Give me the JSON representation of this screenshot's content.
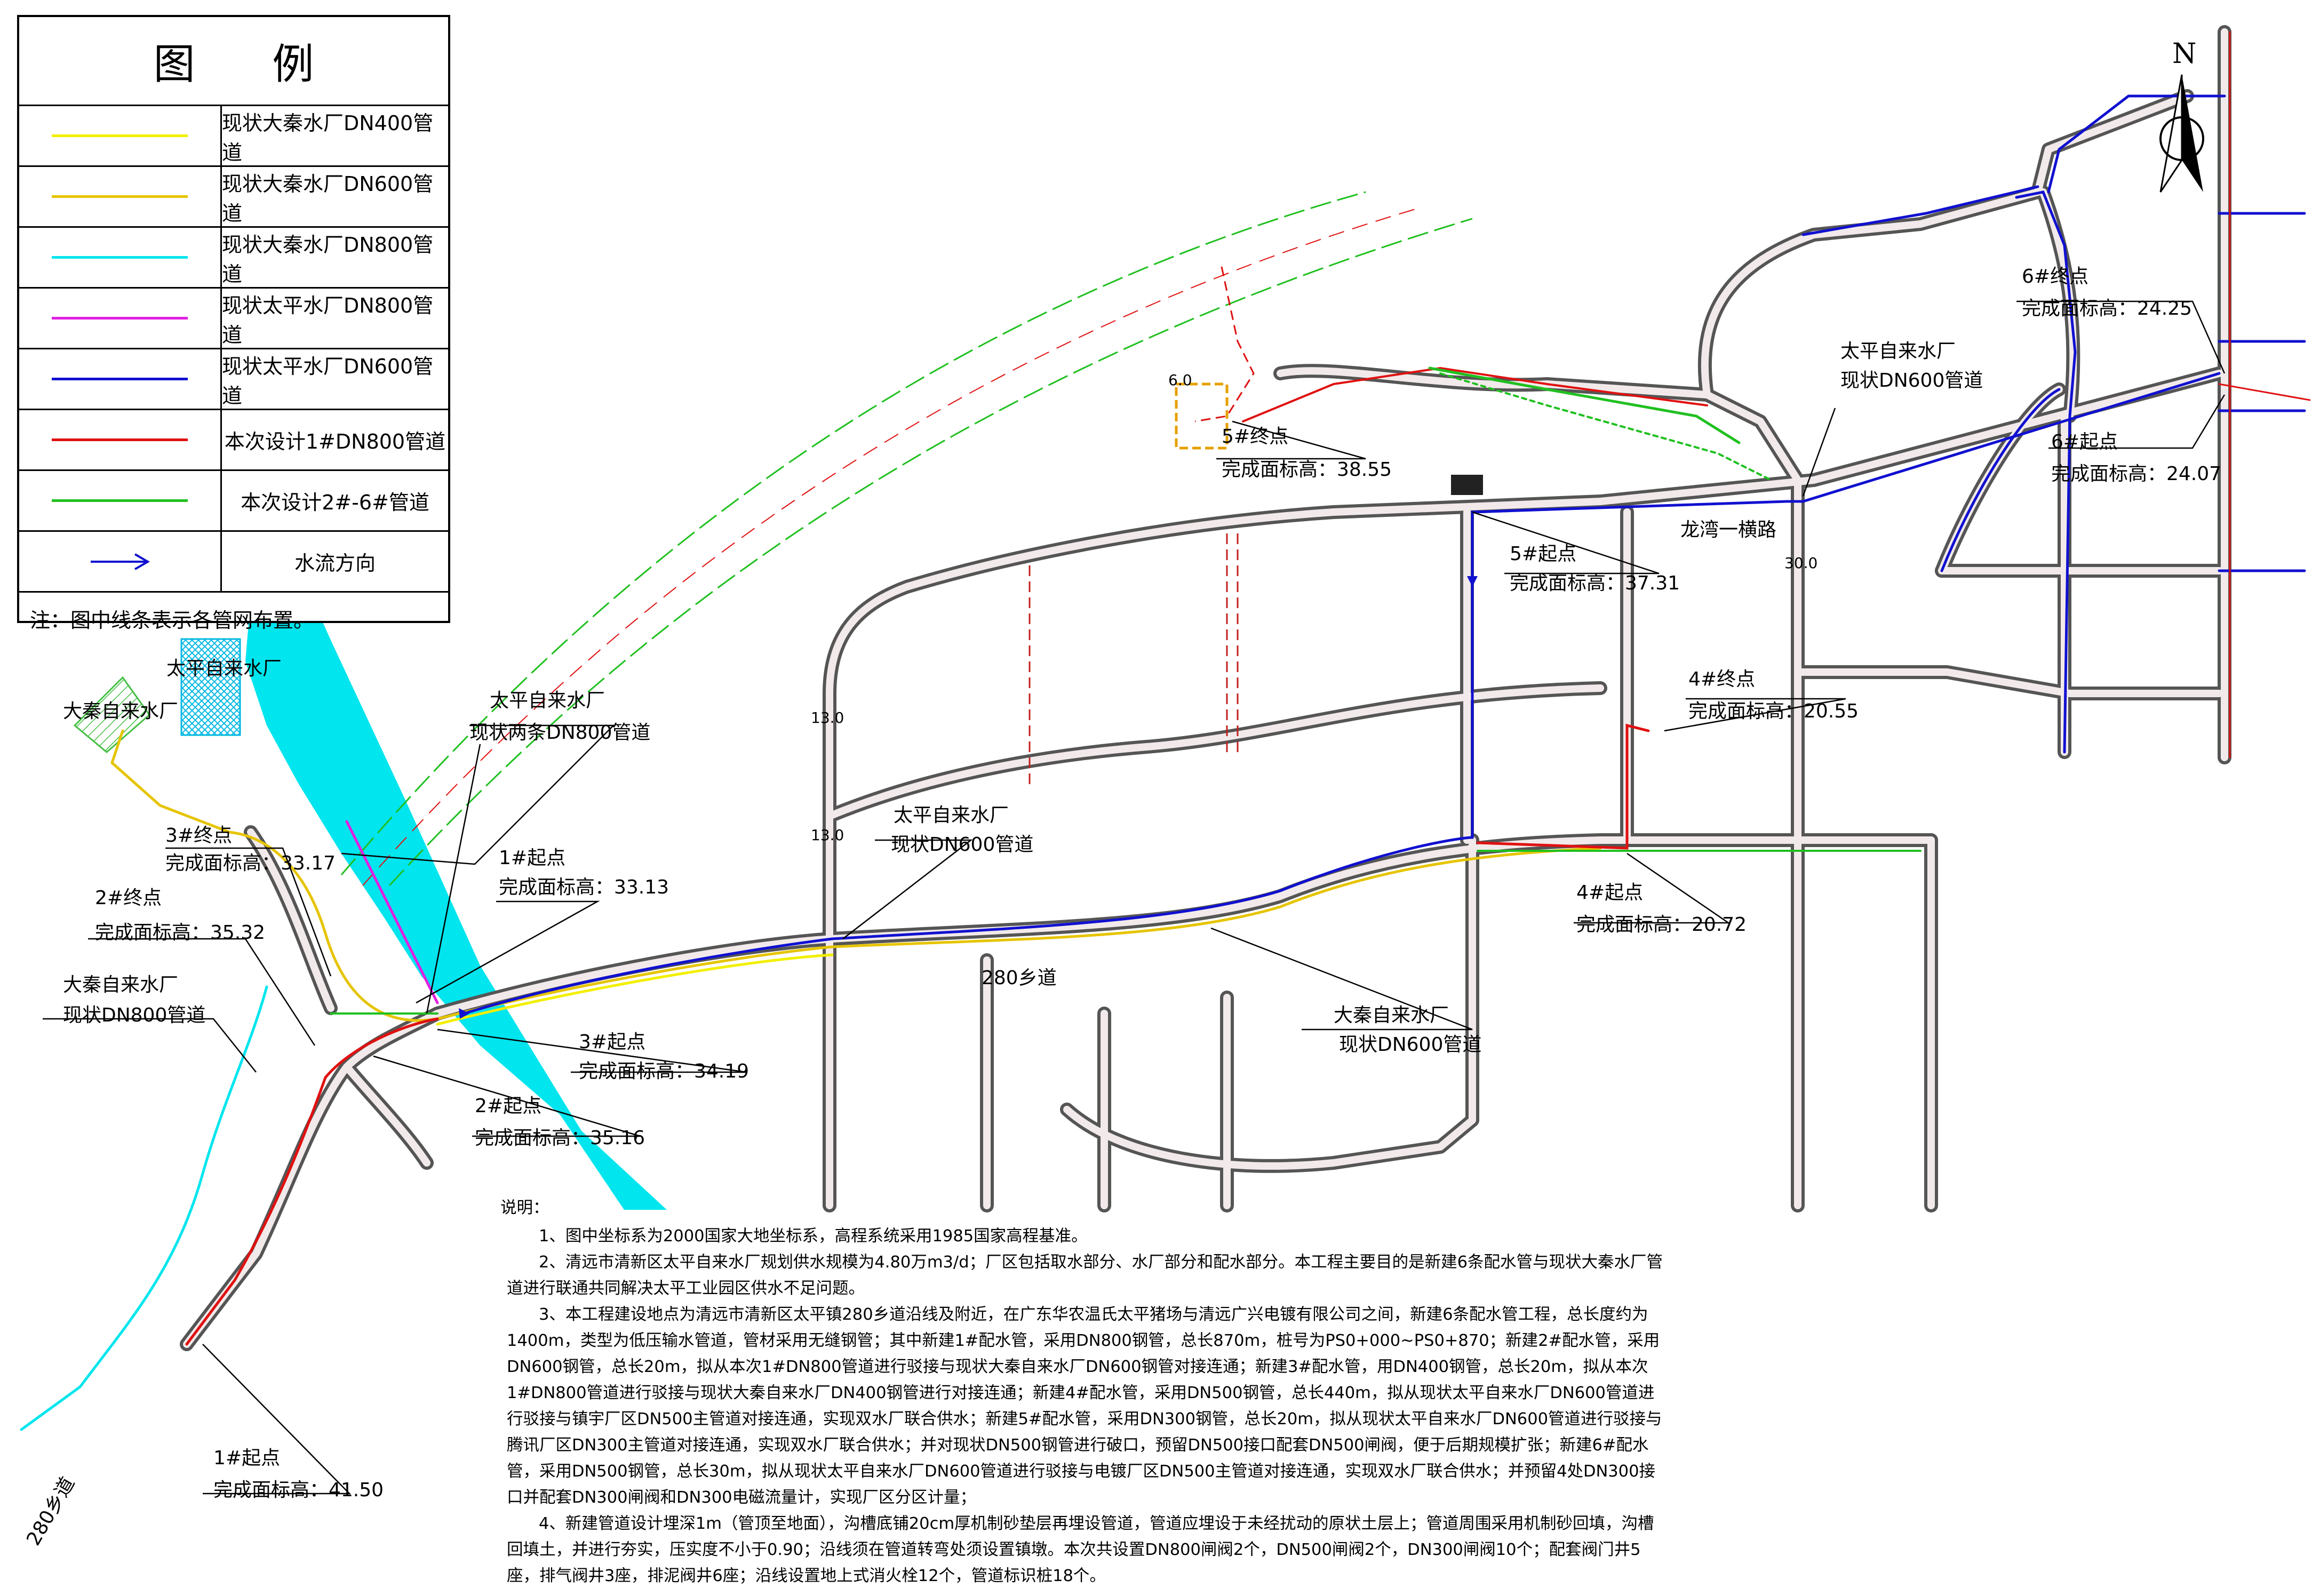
{
  "legend": {
    "title": "图 例",
    "items": [
      {
        "label": "现状大秦水厂DN400管道",
        "color": "#f2ef00"
      },
      {
        "label": "现状大秦水厂DN600管道",
        "color": "#e6c400"
      },
      {
        "label": "现状大秦水厂DN800管道",
        "color": "#00e5ee"
      },
      {
        "label": "现状太平水厂DN800管道",
        "color": "#e020e0"
      },
      {
        "label": "现状太平水厂DN600管道",
        "color": "#1010d0"
      },
      {
        "label": "本次设计1#DN800管道",
        "color": "#e01010"
      },
      {
        "label": "本次设计2#-6#管道",
        "color": "#20c020"
      },
      {
        "label": "水流方向",
        "color": "#1010d0"
      }
    ],
    "note": "注：图中线条表示各管网布置。"
  },
  "north": {
    "label": "N"
  },
  "labels": {
    "daqin_plant": "大秦自来水厂",
    "taiping_plant": "太平自来水厂",
    "taiping_dn800_title": "太平自来水厂",
    "taiping_dn800_sub": "现状两条DN800管道",
    "taiping_dn600_a_title": "太平自来水厂",
    "taiping_dn600_a_sub": "现状DN600管道",
    "taiping_dn600_b_title": "太平自来水厂",
    "taiping_dn600_b_sub": "现状DN600管道",
    "daqin_dn800_title": "大秦自来水厂",
    "daqin_dn800_sub": "现状DN800管道",
    "daqin_dn600_title": "大秦自来水厂",
    "daqin_dn600_sub": "现状DN600管道",
    "road_280_mid": "280乡道",
    "road_280_sw": "280乡道",
    "road_longwan": "龙湾一横路"
  },
  "points": [
    {
      "name": "3#终点",
      "elev": "完成面标高：33.17"
    },
    {
      "name": "2#终点",
      "elev": "完成面标高：35.32"
    },
    {
      "name": "1#起点",
      "elev": "完成面标高：33.13"
    },
    {
      "name": "3#起点",
      "elev": "完成面标高：34.19"
    },
    {
      "name": "2#起点",
      "elev": "完成面标高：35.16"
    },
    {
      "name": "1#起点",
      "elev": "完成面标高：41.50"
    },
    {
      "name": "5#终点",
      "elev": "完成面标高：38.55"
    },
    {
      "name": "5#起点",
      "elev": "完成面标高：37.31"
    },
    {
      "name": "4#终点",
      "elev": "完成面标高：20.55"
    },
    {
      "name": "4#起点",
      "elev": "完成面标高：20.72"
    },
    {
      "name": "6#终点",
      "elev": "完成面标高：24.25"
    },
    {
      "name": "6#起点",
      "elev": "完成面标高：24.07"
    }
  ],
  "notes": {
    "heading": "说明：",
    "items": [
      "1、图中坐标系为2000国家大地坐标系，高程系统采用1985国家高程基准。",
      "2、清远市清新区太平自来水厂规划供水规模为4.80万m3/d；厂区包括取水部分、水厂部分和配水部分。本工程主要目的是新建6条配水管与现状大秦水厂管道进行联通共同解决太平工业园区供水不足问题。",
      "3、本工程建设地点为清远市清新区太平镇280乡道沿线及附近，在广东华农温氏太平猪场与清远广兴电镀有限公司之间，新建6条配水管工程，总长度约为1400m，类型为低压输水管道，管材采用无缝钢管；其中新建1#配水管，采用DN800钢管，总长870m，桩号为PS0+000~PS0+870；新建2#配水管，采用DN600钢管，总长20m，拟从本次1#DN800管道进行驳接与现状大秦自来水厂DN600钢管对接连通；新建3#配水管，用DN400钢管，总长20m，拟从本次1#DN800管道进行驳接与现状大秦自来水厂DN400钢管进行对接连通；新建4#配水管，采用DN500钢管，总长440m，拟从现状太平自来水厂DN600管道进行驳接与镇宇厂区DN500主管道对接连通，实现双水厂联合供水；新建5#配水管，采用DN300钢管，总长20m，拟从现状太平自来水厂DN600管道进行驳接与腾讯厂区DN300主管道对接连通，实现双水厂联合供水；并对现状DN500钢管进行破口，预留DN500接口配套DN500闸阀，便于后期规模扩张；新建6#配水管，采用DN500钢管，总长30m，拟从现状太平自来水厂DN600管道进行驳接与电镀厂区DN500主管道对接连通，实现双水厂联合供水；并预留4处DN300接口并配套DN300闸阀和DN300电磁流量计，实现厂区分区计量；",
      "4、新建管道设计埋深1m（管顶至地面），沟槽底铺20cm厚机制砂垫层再埋设管道，管道应埋设于未经扰动的原状土层上；管道周围采用机制砂回填，沟槽回填土，并进行夯实，压实度不小于0.90；沿线须在管道转弯处须设置镇墩。本次共设置DN800闸阀2个，DN500闸阀2个，DN300闸阀10个；配套阀门井5座，排气阀井3座，排泥阀井6座；沿线设置地上式消火栓12个，管道标识桩18个。"
    ]
  },
  "misc": {
    "elev_a": "13.0",
    "elev_b": "13.0",
    "elev_c": "30.0",
    "elev_d": "6.0"
  }
}
